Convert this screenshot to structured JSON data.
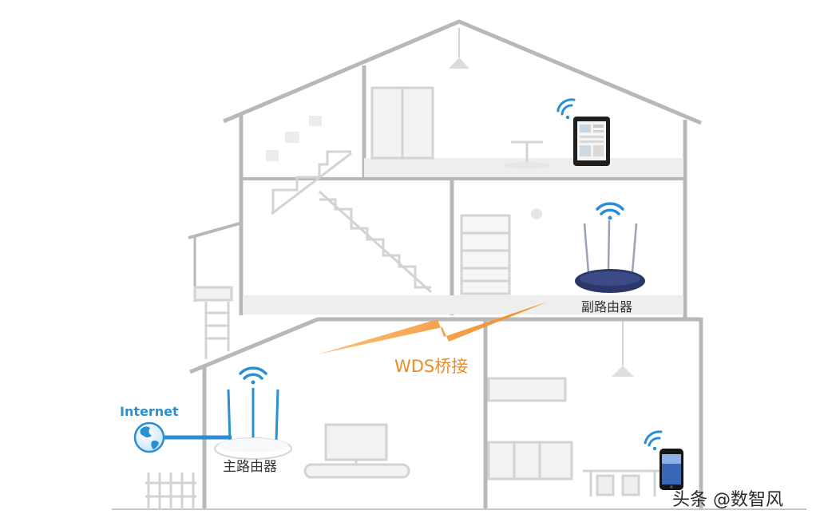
{
  "labels": {
    "internet": "Internet",
    "main_router": "主路由器",
    "sub_router": "副路由器",
    "bridge": "WDS桥接"
  },
  "watermark": "头条 @数智风",
  "colors": {
    "wifi_blue": "#2b8fd4",
    "bridge_orange": "#f08a24",
    "house_outline": "#b8b8b8",
    "label_text": "#333333"
  },
  "icons": [
    "globe-icon",
    "wifi-icon",
    "router-icon",
    "tablet-icon",
    "phone-icon"
  ]
}
